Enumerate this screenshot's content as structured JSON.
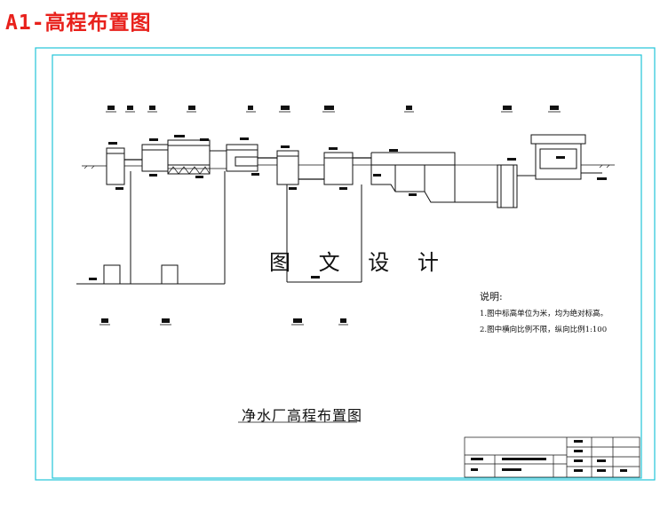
{
  "page": {
    "heading": "A1-高程布置图",
    "watermark": "图 文 设 计",
    "drawing_title": "净水厂高程布置图"
  },
  "notes": {
    "heading": "说明:",
    "item1": "1.图中标高单位为米，均为绝对标高。",
    "item2": "2.图中横向比例不限，纵向比例1:100"
  },
  "colors": {
    "heading": "#e8211c",
    "frame": "#22c4d8",
    "line": "#111111"
  }
}
